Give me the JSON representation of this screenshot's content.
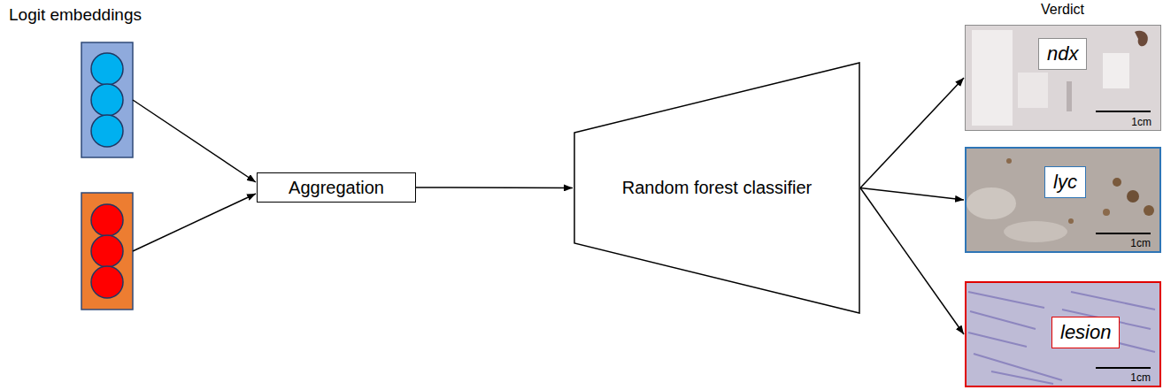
{
  "diagram": {
    "nodes": [
      {
        "text": [
          "Aggregation"
        ]
      },
      {
        "text": [
          "Random forest classifier"
        ]
      },
      {
        "text": [
          "1cm"
        ]
      },
      {
        "text": [
          "ndx"
        ],
        "in": 2
      },
      {
        "text": [
          "1cm"
        ]
      },
      {
        "text": [
          "lyc"
        ],
        "in": 4
      },
      {
        "text": [
          "1cm"
        ]
      },
      {
        "text": [
          "lesion"
        ],
        "in": 6
      }
    ],
    "edges": [
      {
        "from": 0,
        "to": 1,
        "arrow": "to"
      },
      {
        "from": 1,
        "to": 2,
        "arrow": "to"
      },
      {
        "from": 1,
        "to": 4,
        "arrow": "to"
      },
      {
        "from": 1,
        "to": 6,
        "arrow": "to"
      }
    ],
    "labels": [
      "Logit embeddings",
      "Verdict"
    ]
  }
}
